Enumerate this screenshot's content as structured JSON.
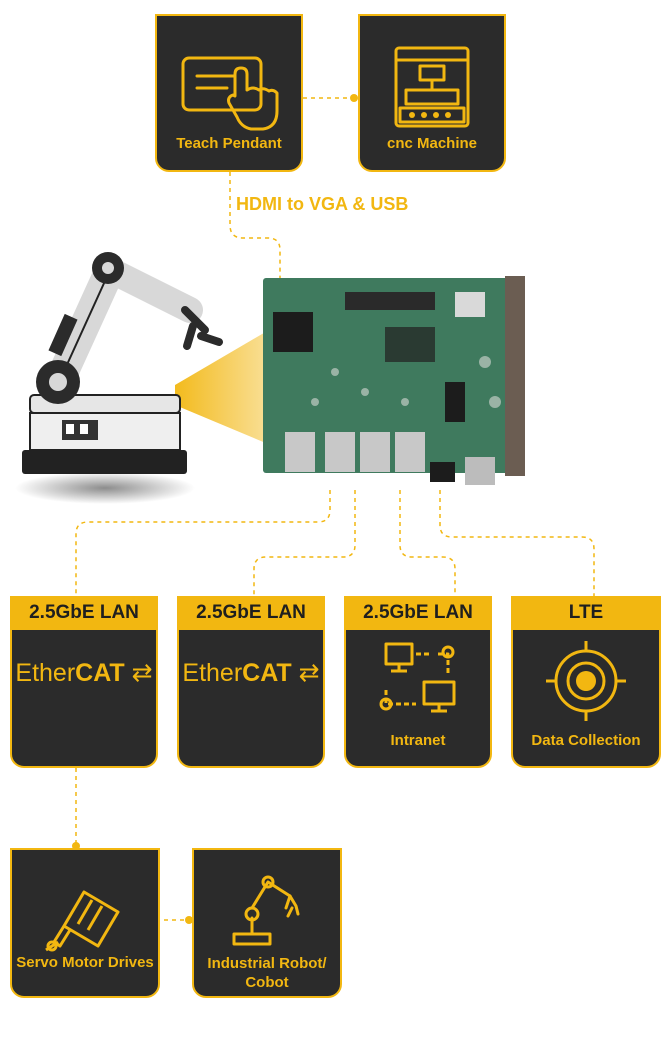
{
  "colors": {
    "accent": "#f2b711",
    "card_bg": "#2b2b2b",
    "dark": "#1f1f1f"
  },
  "top": {
    "teach_pendant": {
      "label": "Teach Pendant",
      "icon": "touchscreen-hand-icon"
    },
    "cnc_machine": {
      "label": "cnc Machine",
      "icon": "cnc-machine-icon"
    }
  },
  "connection_label": "HDMI to VGA & USB",
  "ports": [
    {
      "header": "2.5GbE LAN",
      "brand_light": "Ether",
      "brand_bold": "CAT",
      "icon": "ethercat-arrows-icon"
    },
    {
      "header": "2.5GbE LAN",
      "brand_light": "Ether",
      "brand_bold": "CAT",
      "icon": "ethercat-arrows-icon"
    },
    {
      "header": "2.5GbE LAN",
      "label": "Intranet",
      "icon": "network-computers-icon"
    },
    {
      "header": "LTE",
      "label": "Data Collection",
      "icon": "target-icon"
    }
  ],
  "bottom": {
    "servo": {
      "label": "Servo Motor Drives",
      "icon": "servo-motor-icon"
    },
    "robot": {
      "label_line1": "Industrial Robot/",
      "label_line2": "Cobot",
      "icon": "robot-arm-icon"
    }
  }
}
